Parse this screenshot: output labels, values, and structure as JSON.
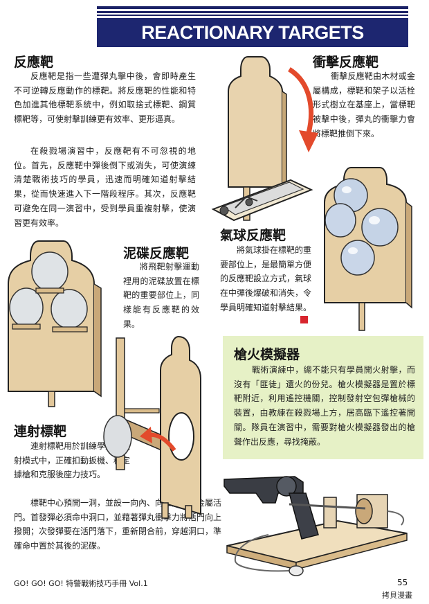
{
  "banner": {
    "title": "REACTIONARY TARGETS"
  },
  "sections": {
    "reactive": {
      "title": "反應靶",
      "para1": "反應靶是指一些遭彈丸擊中後，會即時產生不可逆轉反應動作的標靶。將反應靶的性能和特色加進其他標靶系統中，例如取捨式標靶、鋼質標靶等，可使射擊訓練更有效率、更形逼真。",
      "para2": "在殺戮場演習中，反應靶有不可忽視的地位。首先，反應靶中彈後倒下或消失，可使演練清楚戰術技巧的學員，迅速而明確知道射擊結果，從而快速進入下一階段程序。其次，反應靶可避免在同一演習中，受到學員重複射擊，使演習更有效率。"
    },
    "impact": {
      "title": "衝擊反應靶",
      "body": "衝擊反應靶由木材或金屬構成，標靶和架子以活栓形式樹立在基座上，當標靶被擊中後，彈丸的衝擊力會將標靶推倒下來。"
    },
    "balloon": {
      "title": "氣球反應靶",
      "body": "將氣球掛在標靶的重要部位上，是最簡單方便的反應靶設立方式，氣球在中彈後爆破和消失，令學員明確知道射擊結果。"
    },
    "clay": {
      "title": "泥碟反應靶",
      "body": "將飛靶射擊運動裡用的泥碟放置在標靶的重要部位上，同樣能有反應靶的效果。"
    },
    "sequential": {
      "title": "連射標靶",
      "para1": "連射標靶用於訓練學員在連射模式中，正確扣動扳機、穩定據槍和克服後座力技巧。",
      "para2": "標靶中心預開一洞，並設一向內、向上開啟之金屬活門。首發彈必須命中洞口，並藉著彈丸衝擊力將活門向上撥開；次發彈要在活門落下，重新閉合前，穿越洞口，準確命中置於其後的泥碟。"
    },
    "simulator": {
      "title": "槍火模擬器",
      "body": "戰術演練中，總不能只有學員開火射擊，而沒有「匪徒」還火的份兒。槍火模擬器是置於標靶附近，利用遙控機關，控制發射空包彈槍械的裝置，由教練在殺戮場上方，居高臨下遙控著開關。隊員在演習中，需要對槍火模擬器發出的槍聲作出反應，尋找掩蔽。"
    }
  },
  "footer": {
    "book": "GO! GO! GO! 特警戰術技巧手冊 Vol.1",
    "page": "55",
    "watermark": "拷貝漫畫"
  },
  "colors": {
    "banner": "#1d2670",
    "wood": "#e2c79a",
    "arrow": "#e34a2c",
    "simulator_bg": "#e6f1c6"
  }
}
